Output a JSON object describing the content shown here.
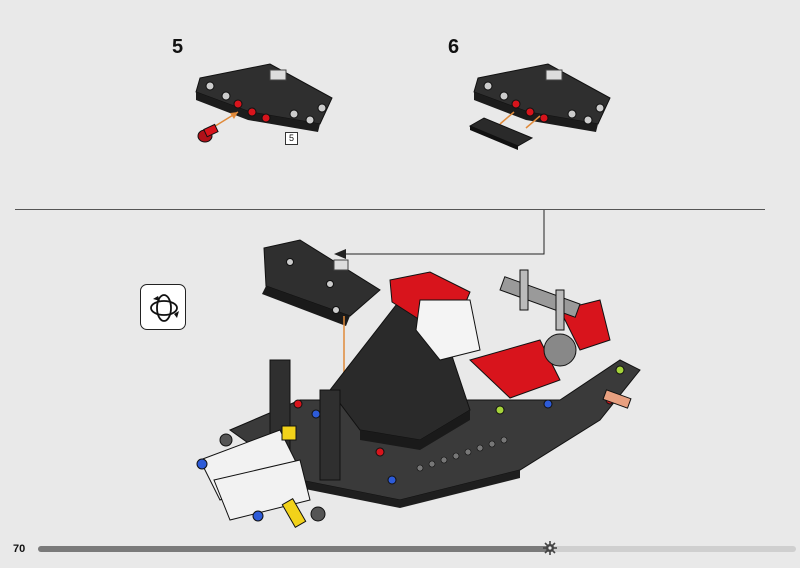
{
  "steps": [
    {
      "number": "5",
      "quantity_label": "5"
    },
    {
      "number": "6"
    }
  ],
  "page": {
    "number": "70",
    "progress": 0.675
  },
  "icons": {
    "rotate": "rotate-model-icon",
    "progress_marker": "gear-icon",
    "arrow": "assembly-arrow-icon"
  },
  "colors": {
    "background": "#e9e9e9",
    "dark_part": "#3a3a3a",
    "red_part": "#d8141c",
    "arrow_orange": "#e08a3a",
    "divider": "#555555"
  }
}
